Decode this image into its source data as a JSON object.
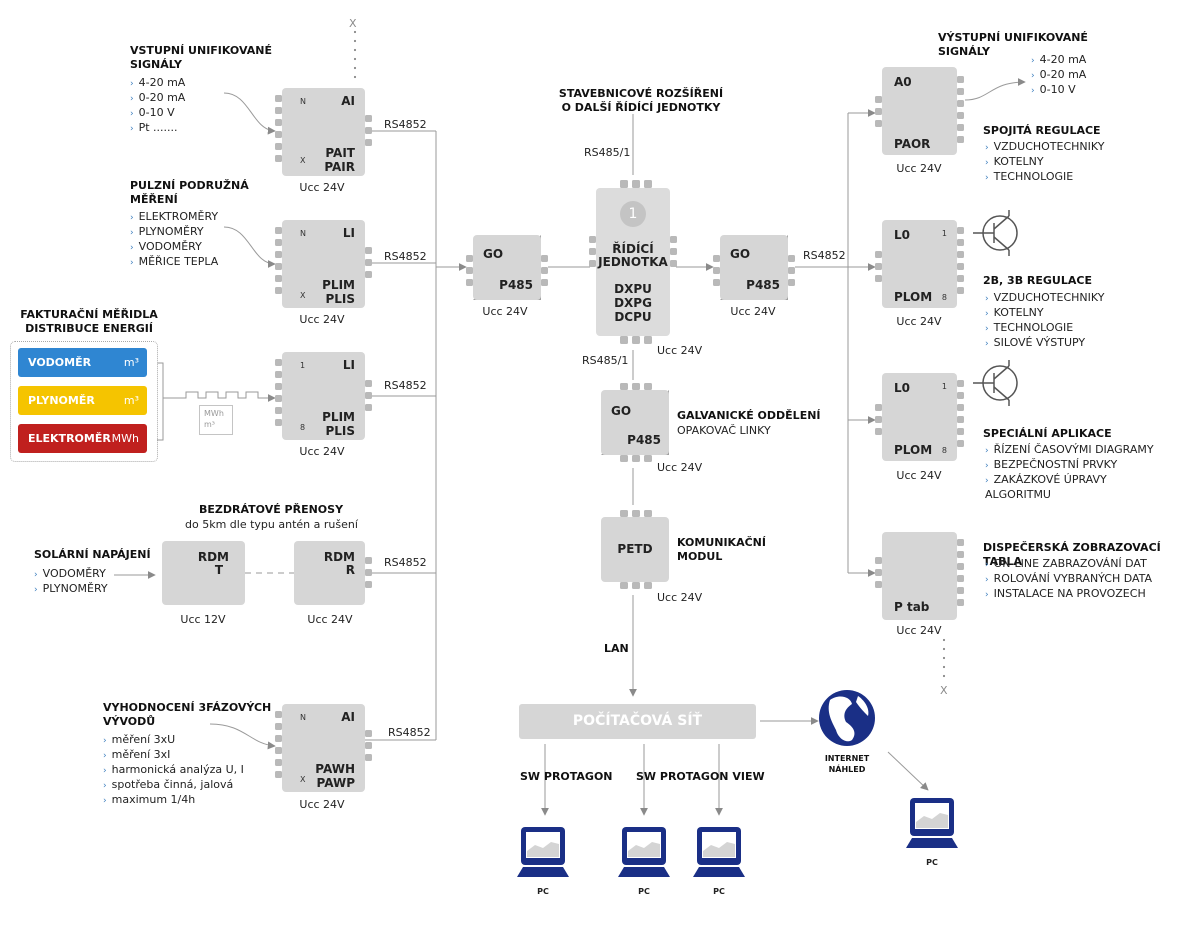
{
  "left": {
    "analog_title": "VSTUPNÍ UNIFIKOVANÉ SIGNÁLY",
    "analog_items": [
      "4-20 mA",
      "0-20 mA",
      "0-10 V",
      "Pt ......."
    ],
    "pulse_title": "PULZNÍ PODRUŽNÁ MĚŘENÍ",
    "pulse_items": [
      "ELEKTROMĚRY",
      "PLYNOMĚRY",
      "VODOMĚRY",
      "MĚŘICE TEPLA"
    ],
    "billing_title": "FAKTURAČNÍ MĚŘIDLA DISTRIBUCE ENERGIÍ",
    "meters": [
      {
        "name": "VODOMĚR",
        "unit": "m³",
        "color": "#2f86d2"
      },
      {
        "name": "PLYNOMĚR",
        "unit": "m³",
        "color": "#f5c400"
      },
      {
        "name": "ELEKTROMĚR",
        "unit": "MWh",
        "color": "#c0201e"
      }
    ],
    "unit_mwh": "MWh",
    "unit_m3": "m³",
    "wireless_title": "BEZDRÁTOVÉ PŘENOSY",
    "wireless_sub": "do 5km dle typu antén a rušení",
    "solar_title": "SOLÁRNÍ NAPÁJENÍ",
    "solar_items": [
      "VODOMĚRY",
      "PLYNOMĚRY"
    ],
    "phase_title": "VYHODNOCENÍ 3FÁZOVÝCH VÝVODŮ",
    "phase_items": [
      "měření 3xU",
      "měření 3xI",
      "harmonická analýza U, I",
      "spotřeba činná, jalová",
      "maximum 1/4h"
    ]
  },
  "modules": {
    "pait": {
      "code": "AI",
      "name1": "PAIT",
      "name2": "PAIR",
      "ucc": "Ucc 24V",
      "bus": "RS4852"
    },
    "plim1": {
      "code": "LI",
      "name1": "PLIM",
      "name2": "PLIS",
      "ucc": "Ucc 24V",
      "bus": "RS4852"
    },
    "plim2": {
      "code": "LI",
      "name1": "PLIM",
      "name2": "PLIS",
      "ucc": "Ucc 24V",
      "bus": "RS4852"
    },
    "rdmt": {
      "name1": "RDM",
      "name2": "T",
      "ucc": "Ucc 12V"
    },
    "rdmr": {
      "name1": "RDM",
      "name2": "R",
      "ucc": "Ucc 24V",
      "bus": "RS4852"
    },
    "pawh": {
      "code": "AI",
      "name1": "PAWH",
      "name2": "PAWP",
      "ucc": "Ucc 24V",
      "bus": "RS4852"
    },
    "go_left": {
      "top": "GO",
      "bottom": "P485",
      "ucc": "Ucc 24V"
    },
    "go_right": {
      "top": "GO",
      "bottom": "P485",
      "ucc": "Ucc 24V",
      "bus": "RS4852"
    },
    "go_mid": {
      "top": "GO",
      "bottom": "P485",
      "ucc": "Ucc 24V"
    },
    "petd": {
      "name": "PETD",
      "ucc": "Ucc 24V"
    },
    "paor": {
      "code": "A0",
      "name": "PAOR",
      "ucc": "Ucc 24V"
    },
    "plom1": {
      "code": "L0",
      "name": "PLOM",
      "ucc": "Ucc 24V"
    },
    "plom2": {
      "code": "L0",
      "name": "PLOM",
      "ucc": "Ucc 24V"
    },
    "ptab": {
      "name": "P tab",
      "ucc": "Ucc 24V"
    }
  },
  "pins": {
    "first_n": "N",
    "first_1": "1",
    "last_x": "X",
    "last_8": "8",
    "dots": "."
  },
  "center": {
    "expansion_title": "STAVEBNICOVÉ ROZŠÍŘENÍ O DALŠÍ ŘÍDÍCÍ JEDNOTKY",
    "bus_top": "RS485/1",
    "bus_bottom": "RS485/1",
    "unit_number": "1",
    "unit_name1": "ŘÍDÍCÍ",
    "unit_name2": "JEDNOTKA",
    "unit_models": [
      "DXPU",
      "DXPG",
      "DCPU"
    ],
    "unit_ucc": "Ucc 24V",
    "galv_title": "GALVANICKÉ ODDĚLENÍ",
    "galv_sub": "OPAKOVAČ LINKY",
    "comm_title": "KOMUNIKAČNÍ MODUL",
    "lan": "LAN",
    "network": "POČÍTAČOVÁ SÍŤ",
    "sw1": "SW PROTAGON",
    "sw2": "SW PROTAGON VIEW",
    "pc": "PC",
    "internet": "INTERNET NÁHLED",
    "x_mark": "X"
  },
  "right": {
    "out_title": "VÝSTUPNÍ UNIFIKOVANÉ SIGNÁLY",
    "out_items": [
      "4-20 mA",
      "0-20 mA",
      "0-10 V"
    ],
    "cont_title": "SPOJITÁ REGULACE",
    "cont_items": [
      "VZDUCHOTECHNIKY",
      "KOTELNY",
      "TECHNOLOGIE"
    ],
    "reg_title": "2B, 3B REGULACE",
    "reg_items": [
      "VZDUCHOTECHNIKY",
      "KOTELNY",
      "TECHNOLOGIE",
      "SILOVÉ VÝSTUPY"
    ],
    "spec_title": "SPECIÁLNÍ APLIKACE",
    "spec_items": [
      "ŘÍZENÍ ČASOVÝMI DIAGRAMY",
      "BEZPEČNOSTNÍ PRVKY",
      "ZAKÁZKOVÉ ÚPRAVY ALGORITMU"
    ],
    "disp_title": "DISPEČERSKÁ ZOBRAZOVACÍ TABLA",
    "disp_items": [
      "ON-LINE ZABRAZOVÁNÍ DAT",
      "ROLOVÁNÍ VYBRANÝCH DATA",
      "INSTALACE NA PROVOZECH"
    ]
  },
  "colors": {
    "module": "#d6d6d6",
    "line": "#9a9a9a",
    "navy": "#1a2f86",
    "accent": "#3e7fbf"
  }
}
